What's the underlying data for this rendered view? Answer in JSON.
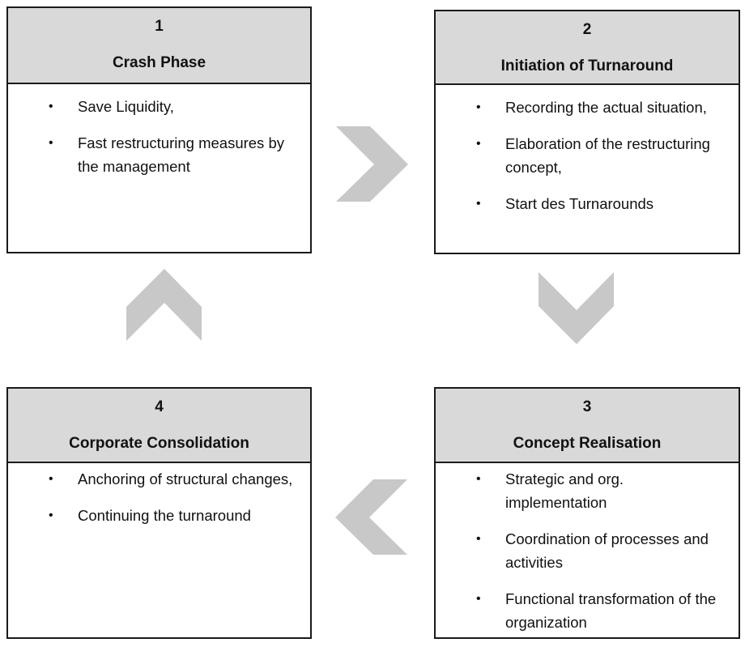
{
  "phases": [
    {
      "number": "1",
      "title": "Crash Phase",
      "items": [
        "Save Liquidity,",
        "Fast restructuring measures by the management"
      ]
    },
    {
      "number": "2",
      "title": "Initiation of Turnaround",
      "items": [
        "Recording the actual situation,",
        "Elaboration of the restructuring concept,",
        "Start des Turnarounds"
      ]
    },
    {
      "number": "3",
      "title": "Concept Realisation",
      "items": [
        "Strategic and org. implementation",
        "Coordination of processes and activities",
        "Functional transformation of the organization"
      ]
    },
    {
      "number": "4",
      "title": "Corporate Consolidation",
      "items": [
        "Anchoring of structural changes,",
        "Continuing the turnaround"
      ]
    }
  ],
  "bullet_symbol": "•",
  "colors": {
    "header_fill": "#d9d9d9",
    "border": "#1a1a1a",
    "arrow_fill": "#c8c8c8"
  },
  "arrows": [
    {
      "name": "right-chevron-icon"
    },
    {
      "name": "down-chevron-icon"
    },
    {
      "name": "left-chevron-icon"
    },
    {
      "name": "up-chevron-icon"
    }
  ]
}
